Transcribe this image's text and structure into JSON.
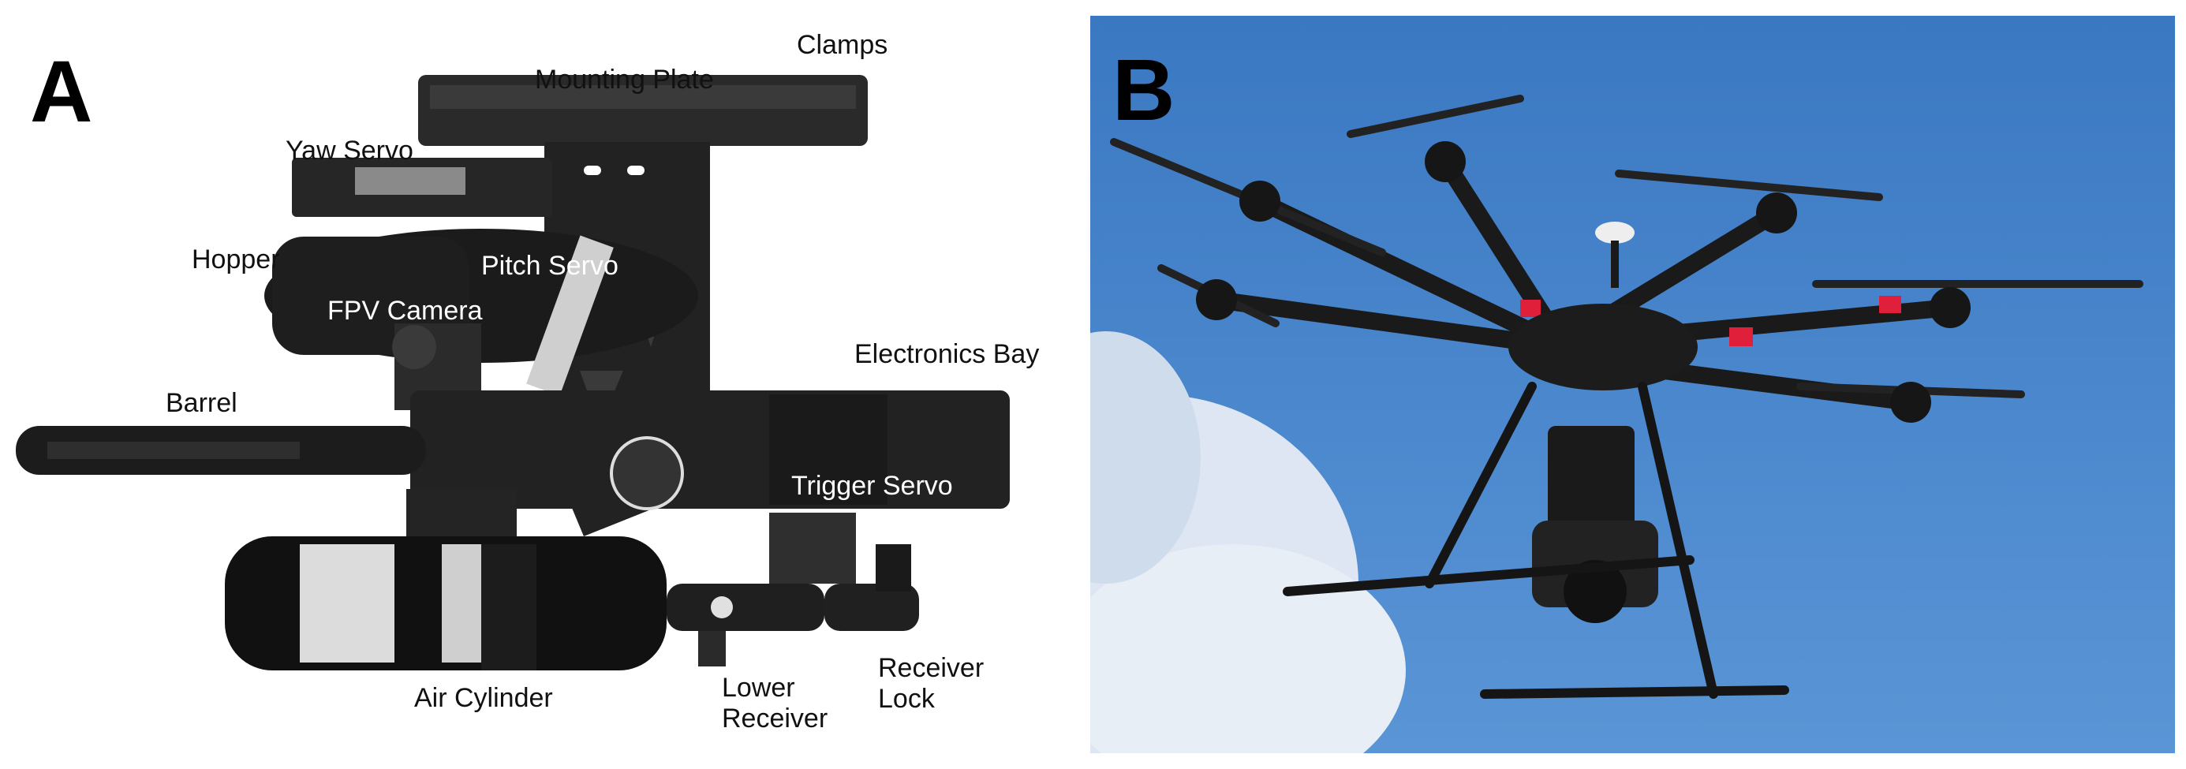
{
  "panels": {
    "a": {
      "letter": "A",
      "labels": {
        "clamps": "Clamps",
        "mounting_plate": "Mounting Plate",
        "yaw_servo": "Yaw Servo",
        "hopper": "Hopper",
        "pitch_servo": "Pitch Servo",
        "fpv_camera": "FPV Camera",
        "electronics_bay": "Electronics Bay",
        "barrel": "Barrel",
        "trigger_servo": "Trigger Servo",
        "air_cylinder": "Air Cylinder",
        "lower_receiver_line1": "Lower",
        "lower_receiver_line2": "Receiver",
        "receiver_lock_line1": "Receiver",
        "receiver_lock_line2": "Lock"
      }
    },
    "b": {
      "letter": "B"
    }
  },
  "colors": {
    "sky": "#3f7fc8",
    "cloud": "#e8eef6",
    "frame": "#1a1a1a",
    "accent_red": "#e0203a"
  }
}
